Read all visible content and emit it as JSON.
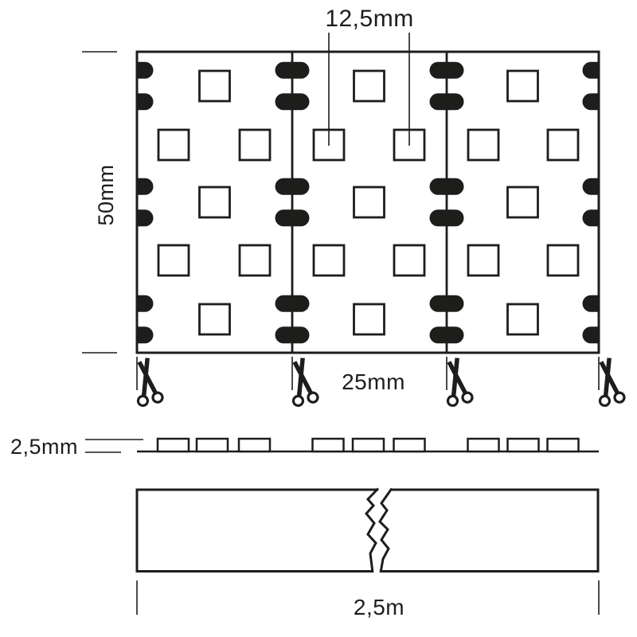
{
  "diagram": {
    "labels": {
      "led_pitch": "12,5mm",
      "strip_width": "50mm",
      "segment_length": "25mm",
      "strip_thickness": "2,5mm",
      "reel_length": "2,5m"
    },
    "colors": {
      "ink": "#1d1d1b",
      "background": "#ffffff"
    },
    "icons": {
      "scissors": "scissors-icon"
    },
    "structure": {
      "segments": 3,
      "cut_points": 4,
      "led_rows": 5,
      "led_chips_top_view": 21,
      "solder_pad_locations": 12,
      "profile_led_count": 9
    }
  }
}
